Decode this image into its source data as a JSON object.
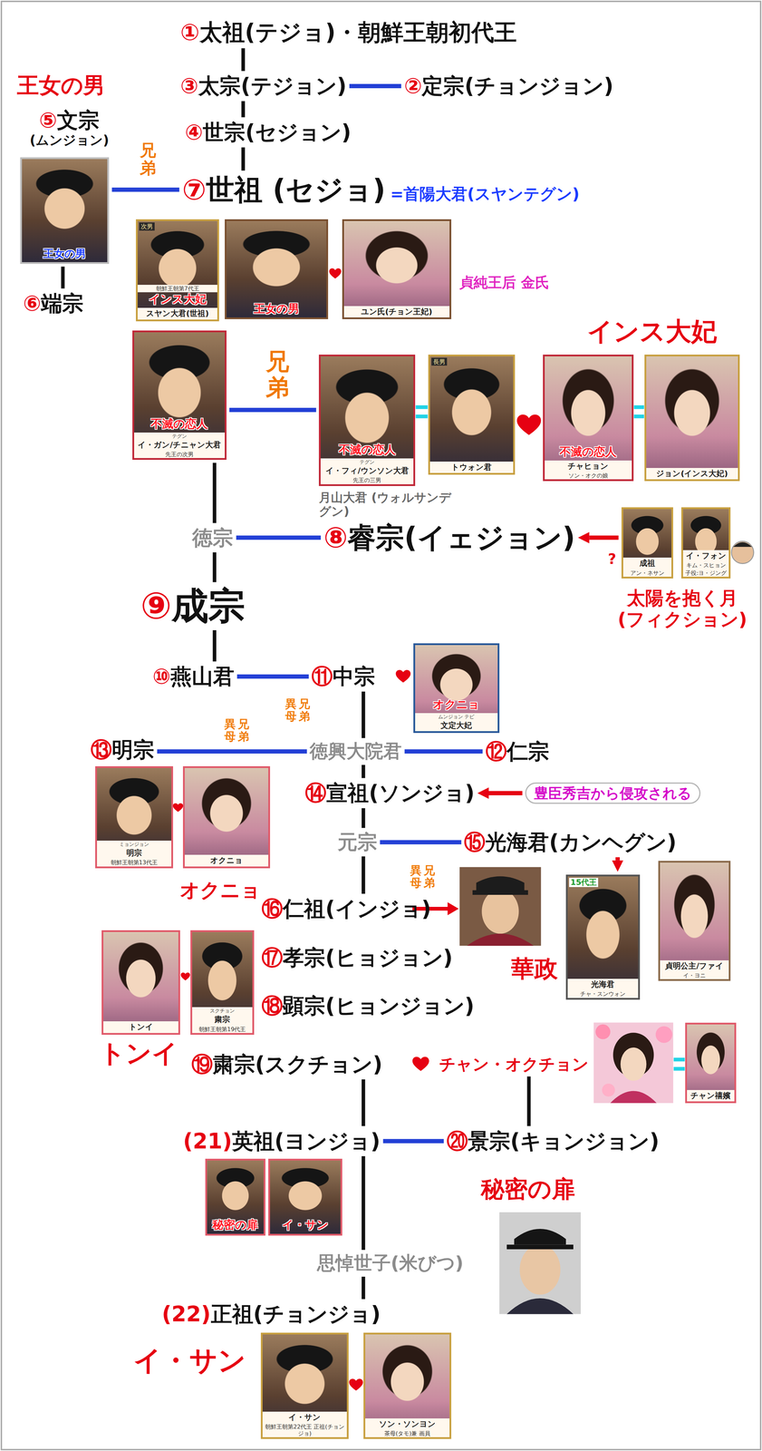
{
  "diagram": {
    "nodes": [
      {
        "text": [
          "①",
          "太祖(テジョ)・朝鮮王朝初代王"
        ]
      },
      {
        "text": [
          "③",
          "太宗(テジョン)"
        ]
      },
      {
        "text": [
          "②",
          "定宗(チョンジョン)"
        ]
      },
      {
        "text": [
          "⑤",
          "文宗",
          "(ムンジョン)"
        ]
      },
      {
        "text": [
          "④",
          "世宗(セジョン)"
        ]
      },
      {
        "text": [
          "王女の男"
        ]
      },
      {
        "text": [
          "⑦",
          "世祖 (セジョ)",
          "=首陽大君(スヤンテグン)"
        ]
      },
      {
        "text": [
          "次男",
          "朝鮮王朝第7代王",
          "インス大妃",
          "スヤン大君(世祖)"
        ]
      },
      {
        "text": [
          "王女の男"
        ]
      },
      {
        "text": [
          "ユン氏(チョン王妃)"
        ]
      },
      {
        "text": [
          "⑥",
          "端宗"
        ]
      },
      {
        "text": [
          "不滅の恋人",
          "テグン",
          "イ・ガン/チニャン大君",
          "先王の次男"
        ]
      },
      {
        "text": [
          "不滅の恋人",
          "テグン",
          "イ・フィ/ウンソン大君",
          "先王の三男"
        ]
      },
      {
        "text": [
          "長男",
          "トウォン君"
        ]
      },
      {
        "text": [
          "不滅の恋人",
          "チャヒョン",
          "ソン・オクの娘"
        ]
      },
      {
        "text": [
          "ジョン(インス大妃)"
        ]
      },
      {
        "text": [
          "徳宗"
        ]
      },
      {
        "text": [
          "⑧",
          "睿宗(イェジョン)"
        ]
      },
      {
        "text": [
          "成祖",
          "アン・ネサン"
        ]
      },
      {
        "text": [
          "イ・フォン",
          "キム・スヒョン",
          "子役:ヨ・ジング"
        ]
      },
      {
        "text": [
          "⑨",
          "成宗"
        ]
      },
      {
        "text": [
          "⑩",
          "燕山君"
        ]
      },
      {
        "text": [
          "⑪",
          "中宗"
        ]
      },
      {
        "text": [
          "オクニョ",
          "ムンジョン テビ",
          "文定大妃"
        ]
      },
      {
        "text": [
          "⑬",
          "明宗"
        ]
      },
      {
        "text": [
          "徳興大院君"
        ]
      },
      {
        "text": [
          "⑫",
          "仁宗"
        ]
      },
      {
        "text": [
          "ミョンジョン",
          "明宗",
          "朝鮮王朝第13代王"
        ]
      },
      {
        "text": [
          "オクニョ"
        ]
      },
      {
        "text": [
          "⑭",
          "宣祖(ソンジョ)"
        ]
      },
      {
        "text": [
          "豊臣秀吉から侵攻される"
        ]
      },
      {
        "text": [
          "元宗"
        ]
      },
      {
        "text": [
          "⑮",
          "光海君(カンヘグン)"
        ]
      },
      {
        "text": [
          "⑯",
          "仁祖(インジョ)"
        ]
      },
      {
        "text": [
          "15代王",
          "光海君",
          "チャ・スンウォン"
        ]
      },
      {
        "text": [
          "貞明公主/ファイ",
          "イ・ヨニ"
        ]
      },
      {
        "text": [
          "⑰",
          "孝宗(ヒョジョン)"
        ]
      },
      {
        "text": [
          "トンイ"
        ]
      },
      {
        "text": [
          "スクチョン",
          "粛宗",
          "朝鮮王朝第19代王"
        ]
      },
      {
        "text": [
          "⑱",
          "顕宗(ヒョンジョン)"
        ]
      },
      {
        "text": [
          "⑲",
          "粛宗(スクチョン)"
        ]
      },
      {
        "text": [
          "チャン・オクチョン"
        ]
      },
      {
        "text": [
          "チャン禧嬪"
        ]
      },
      {
        "text": [
          "(21)",
          "英祖(ヨンジョ)"
        ]
      },
      {
        "text": [
          "⑳",
          "景宗(キョンジョン)"
        ]
      },
      {
        "text": [
          "秘密の扉"
        ]
      },
      {
        "text": [
          "イ・サン"
        ]
      },
      {
        "text": [
          "思悼世子(米びつ)"
        ]
      },
      {
        "text": [
          "(22)",
          "正祖(チョンジョ)"
        ]
      },
      {
        "text": [
          "イ・サン",
          "朝鮮王朝第22代王 正祖(チョンジョ)"
        ]
      },
      {
        "text": [
          "ソン・ソンヨン",
          "茶母(タモ)兼 画員"
        ]
      }
    ],
    "edges": [
      {
        "from": 0,
        "to": 1,
        "arrow": "none"
      },
      {
        "from": 1,
        "to": 2,
        "arrow": "none"
      },
      {
        "from": 1,
        "to": 4,
        "arrow": "none"
      },
      {
        "from": 4,
        "to": 6,
        "arrow": "none"
      },
      {
        "from": 5,
        "to": 6,
        "label": "兄弟",
        "arrow": "none"
      },
      {
        "from": 5,
        "to": 10,
        "arrow": "none"
      },
      {
        "from": 11,
        "to": 12,
        "label": "兄弟",
        "arrow": "none"
      },
      {
        "from": 11,
        "to": 16,
        "arrow": "none"
      },
      {
        "from": 16,
        "to": 17,
        "arrow": "none"
      },
      {
        "from": 18,
        "to": 17,
        "label": "?",
        "arrow": "to"
      },
      {
        "from": 16,
        "to": 20,
        "arrow": "none"
      },
      {
        "from": 20,
        "to": 21,
        "arrow": "none"
      },
      {
        "from": 21,
        "to": 22,
        "label": "異母兄弟",
        "arrow": "none"
      },
      {
        "from": 22,
        "to": 25,
        "arrow": "none"
      },
      {
        "from": 24,
        "to": 25,
        "label": "異母兄弟",
        "arrow": "none"
      },
      {
        "from": 25,
        "to": 26,
        "arrow": "none"
      },
      {
        "from": 25,
        "to": 29,
        "arrow": "none"
      },
      {
        "from": 30,
        "to": 29,
        "arrow": "to"
      },
      {
        "from": 29,
        "to": 31,
        "arrow": "none"
      },
      {
        "from": 31,
        "to": 32,
        "label": "異母兄弟",
        "arrow": "none"
      },
      {
        "from": 32,
        "to": 34,
        "arrow": "to"
      },
      {
        "from": 31,
        "to": 33,
        "arrow": "none"
      },
      {
        "from": 40,
        "to": 43,
        "arrow": "none"
      },
      {
        "from": 41,
        "to": 44,
        "arrow": "none"
      },
      {
        "from": 43,
        "to": 44,
        "arrow": "none"
      },
      {
        "from": 43,
        "to": 47,
        "arrow": "none"
      },
      {
        "from": 47,
        "to": 48,
        "arrow": "none"
      }
    ],
    "labels": [
      "王女の男",
      "貞純王后 金氏",
      "インス大妃",
      "月山大君 (ウォルサンデグン)",
      "太陽を抱く月 (フィクション)",
      "オクニョ",
      "華政",
      "トンイ",
      "秘密の扉",
      "イ・サン"
    ]
  }
}
